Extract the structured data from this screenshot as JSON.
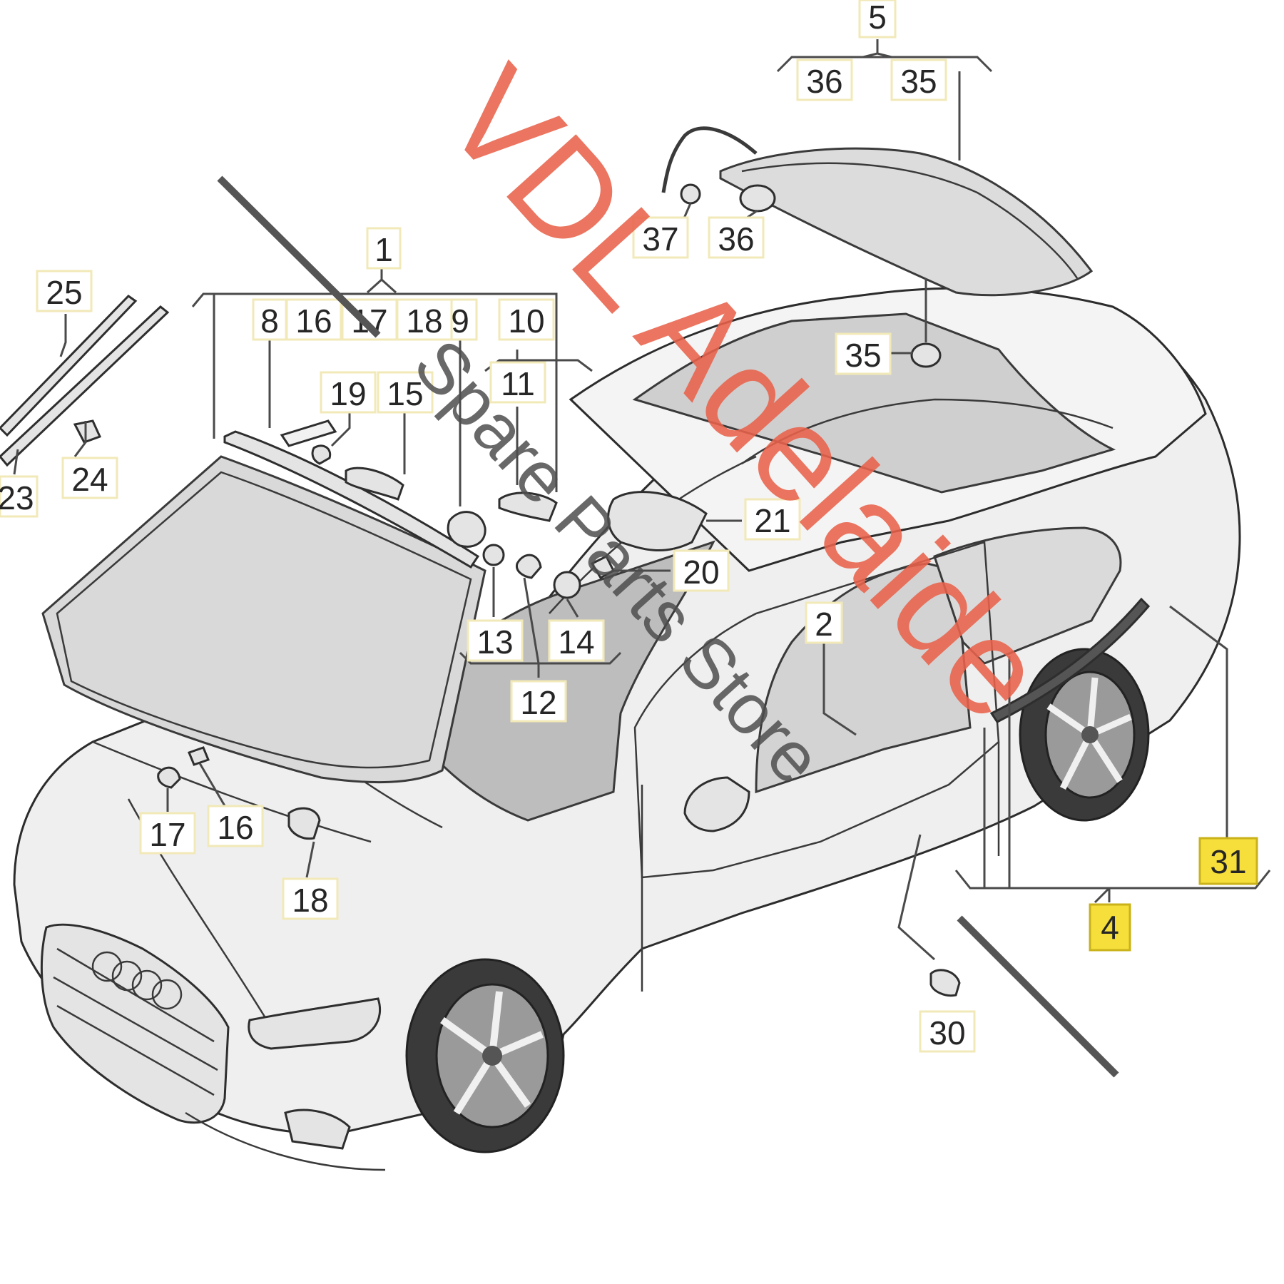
{
  "diagram": {
    "callouts": [
      {
        "id": "c1",
        "text": "1"
      },
      {
        "id": "c2",
        "text": "2"
      },
      {
        "id": "c4",
        "text": "4"
      },
      {
        "id": "c5",
        "text": "5"
      },
      {
        "id": "c8",
        "text": "8"
      },
      {
        "id": "c9",
        "text": "9"
      },
      {
        "id": "c10",
        "text": "10"
      },
      {
        "id": "c11",
        "text": "11"
      },
      {
        "id": "c12",
        "text": "12"
      },
      {
        "id": "c13",
        "text": "13"
      },
      {
        "id": "c14",
        "text": "14"
      },
      {
        "id": "c15",
        "text": "15"
      },
      {
        "id": "c16a",
        "text": "16"
      },
      {
        "id": "c16b",
        "text": "16"
      },
      {
        "id": "c17a",
        "text": "17"
      },
      {
        "id": "c17b",
        "text": "17"
      },
      {
        "id": "c18a",
        "text": "18"
      },
      {
        "id": "c18b",
        "text": "18"
      },
      {
        "id": "c19",
        "text": "19"
      },
      {
        "id": "c20",
        "text": "20"
      },
      {
        "id": "c21",
        "text": "21"
      },
      {
        "id": "c23",
        "text": "23"
      },
      {
        "id": "c24",
        "text": "24"
      },
      {
        "id": "c25",
        "text": "25"
      },
      {
        "id": "c30",
        "text": "30"
      },
      {
        "id": "c31",
        "text": "31"
      },
      {
        "id": "c35a",
        "text": "35"
      },
      {
        "id": "c35b",
        "text": "35"
      },
      {
        "id": "c36a",
        "text": "36"
      },
      {
        "id": "c36b",
        "text": "36"
      },
      {
        "id": "c37",
        "text": "37"
      }
    ],
    "highlighted": [
      "4",
      "31"
    ],
    "highlight_color": "#f6df3a"
  },
  "watermark": {
    "brand": "VDL Adelaide",
    "tagline": "Spare Parts Store",
    "brand_color": "#e8624a",
    "tagline_color": "#4d4d4d"
  }
}
